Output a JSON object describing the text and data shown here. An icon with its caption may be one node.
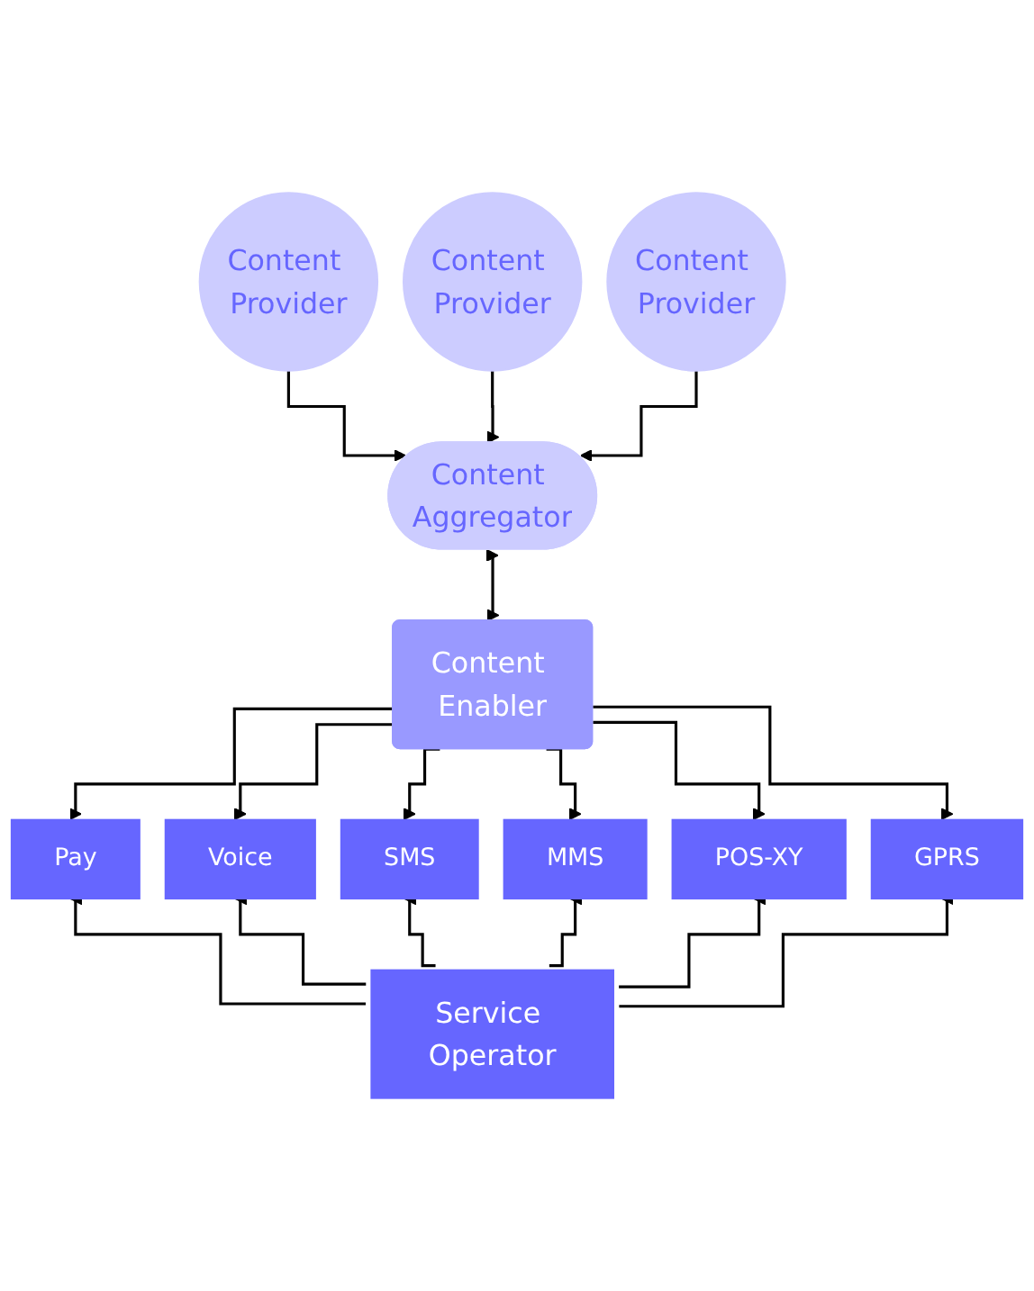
{
  "diagram": {
    "nodes": [
      {
        "text": [
          "Content Provider"
        ]
      },
      {
        "text": [
          "Content Provider"
        ]
      },
      {
        "text": [
          "Content Provider"
        ]
      },
      {
        "text": [
          "Content Aggregator"
        ]
      },
      {
        "text": [
          "Content Enabler"
        ]
      },
      {
        "text": [
          "Pay"
        ]
      },
      {
        "text": [
          "Voice"
        ]
      },
      {
        "text": [
          "SMS"
        ]
      },
      {
        "text": [
          "MMS"
        ]
      },
      {
        "text": [
          "POS-XY"
        ]
      },
      {
        "text": [
          "GPRS"
        ]
      },
      {
        "text": [
          "Service Operator"
        ]
      }
    ],
    "edges": [
      {
        "from": 0,
        "to": 3,
        "arrow": "to"
      },
      {
        "from": 1,
        "to": 3,
        "arrow": "to"
      },
      {
        "from": 2,
        "to": 3,
        "arrow": "to"
      },
      {
        "from": 3,
        "to": 4,
        "arrow": "both"
      },
      {
        "from": 4,
        "to": 5,
        "arrow": "to"
      },
      {
        "from": 4,
        "to": 6,
        "arrow": "to"
      },
      {
        "from": 4,
        "to": 7,
        "arrow": "to"
      },
      {
        "from": 4,
        "to": 8,
        "arrow": "to"
      },
      {
        "from": 4,
        "to": 9,
        "arrow": "to"
      },
      {
        "from": 4,
        "to": 10,
        "arrow": "to"
      },
      {
        "from": 11,
        "to": 5,
        "arrow": "to"
      },
      {
        "from": 11,
        "to": 6,
        "arrow": "to"
      },
      {
        "from": 11,
        "to": 7,
        "arrow": "to"
      },
      {
        "from": 11,
        "to": 8,
        "arrow": "to"
      },
      {
        "from": 11,
        "to": 9,
        "arrow": "to"
      },
      {
        "from": 11,
        "to": 10,
        "arrow": "to"
      }
    ]
  }
}
